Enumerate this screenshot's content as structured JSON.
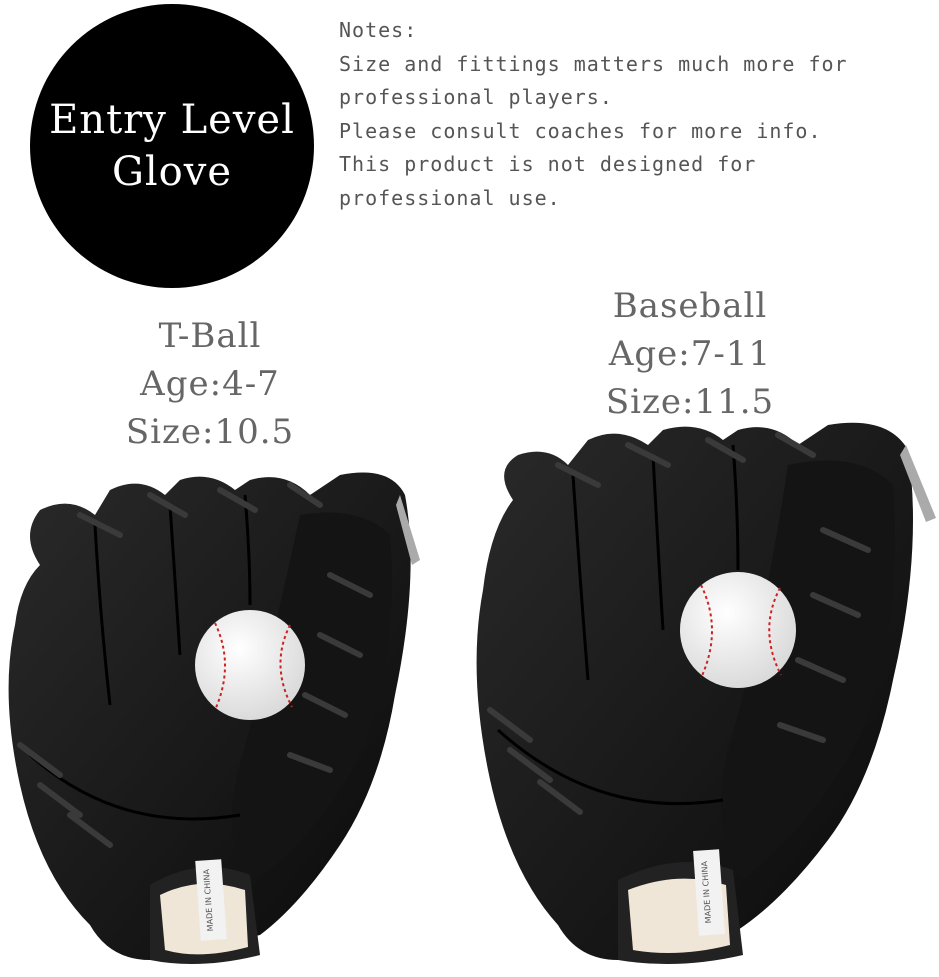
{
  "badge": {
    "line1": "Entry Level",
    "line2": "Glove"
  },
  "notes": {
    "lines": [
      "Notes:",
      "Size and fittings matters much more for",
      "professional players.",
      "Please consult coaches for more info.",
      "This product is not designed for",
      "professional use."
    ]
  },
  "products": [
    {
      "name": "T-Ball",
      "age": "Age:4-7",
      "size": "Size:10.5",
      "tag": "MADE IN CHINA"
    },
    {
      "name": "Baseball",
      "age": "Age:7-11",
      "size": "Size:11.5",
      "tag": "MADE IN CHINA"
    }
  ],
  "colors": {
    "glove": "#111111",
    "lining": "#efe6d8",
    "ball": "#f5f5f5",
    "stitch": "#cc2222",
    "text": "#666666"
  }
}
